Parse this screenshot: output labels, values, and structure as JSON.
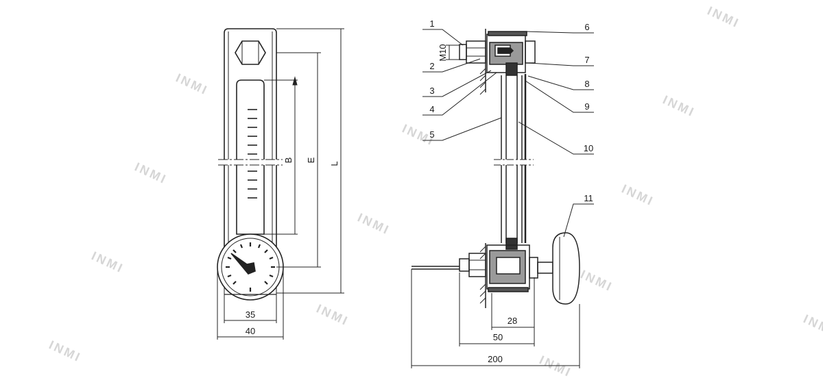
{
  "watermark": "INMI",
  "front_view": {
    "dims": {
      "B": "B",
      "E": "E",
      "L": "L",
      "d35": "35",
      "d40": "40"
    }
  },
  "side_view": {
    "thread": "M10",
    "dims": {
      "d28": "28",
      "d50": "50",
      "d200": "200"
    },
    "callouts": [
      "1",
      "2",
      "3",
      "4",
      "5",
      "6",
      "7",
      "8",
      "9",
      "10",
      "11"
    ]
  }
}
